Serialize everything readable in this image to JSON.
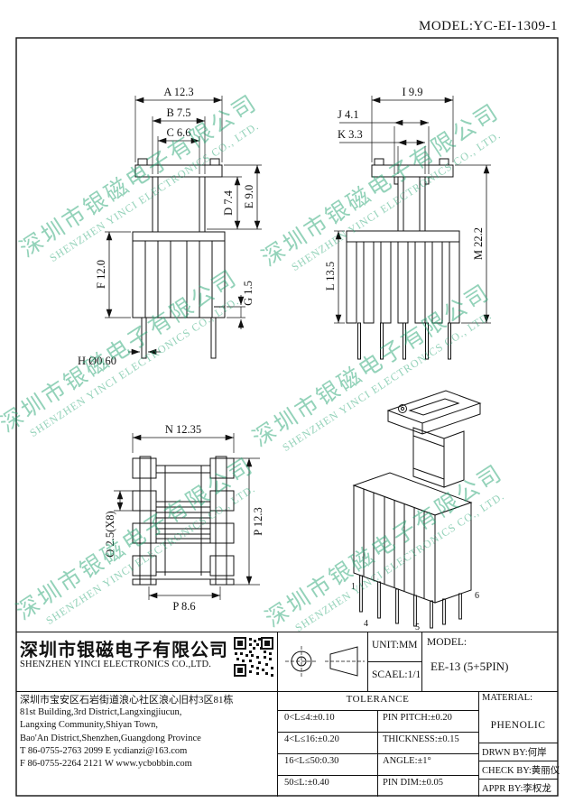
{
  "header": {
    "model_label": "MODEL:YC-EI-1309-1"
  },
  "watermark": {
    "cn": "深圳市银磁电子有限公司",
    "en": "SHENZHEN YINCI ELECTRONICS CO., LTD."
  },
  "views": {
    "front": {
      "dims": {
        "a": "A 12.3",
        "b": "B 7.5",
        "c": "C 6.6",
        "d": "D 7.4",
        "e": "E 9.0",
        "f": "F 12.0",
        "g": "G 1.5",
        "h": "H Ø0.60"
      }
    },
    "side": {
      "dims": {
        "i": "I 9.9",
        "j": "J 4.1",
        "k": "K 3.3",
        "l": "L 13.5",
        "m": "M 22.2"
      }
    },
    "top": {
      "dims": {
        "n": "N 12.35",
        "o": "O 2.5(X8)",
        "p_right": "P 12.3",
        "p_bottom": "P 8.6"
      }
    },
    "iso": {
      "pin_labels": [
        "1",
        "4",
        "5",
        "6"
      ]
    }
  },
  "title_block": {
    "company_cn": "深圳市银磁电子有限公司",
    "company_en": "SHENZHEN YINCI ELECTRONICS CO.,LTD.",
    "address": [
      "深圳市宝安区石岩街道浪心社区浪心旧村3区81栋",
      "81st Building,3rd District,Langxingjiucun,",
      "Langxing Community,Shiyan Town,",
      "Bao'An District,Shenzhen,Guangdong Province",
      "T 86-0755-2763 2099  E ycdianzi@163.com",
      "F 86-0755-2264 2121  W www.ycbobbin.com"
    ],
    "unit": "UNIT:MM",
    "scale": "SCAEL:1/1",
    "model_label": "MODEL:",
    "model_value": "EE-13 (5+5PIN)",
    "tolerance_title": "TOLERANCE",
    "tolerance_left": [
      "0<L≤4:±0.10",
      "4<L≤16:±0.20",
      "16<L≤50:0.30",
      "50≤L:±0.40"
    ],
    "tolerance_right": [
      "PIN PITCH:±0.20",
      "THICKNESS:±0.15",
      "ANGLE:±1°",
      "PIN DIM:±0.05"
    ],
    "material_label": "MATERIAL:",
    "material_value": "PHENOLIC",
    "drawn_by": "DRWN BY:何岸",
    "check_by": "CHECK BY:黄丽仪",
    "appr_by": "APPR BY:李权龙"
  }
}
